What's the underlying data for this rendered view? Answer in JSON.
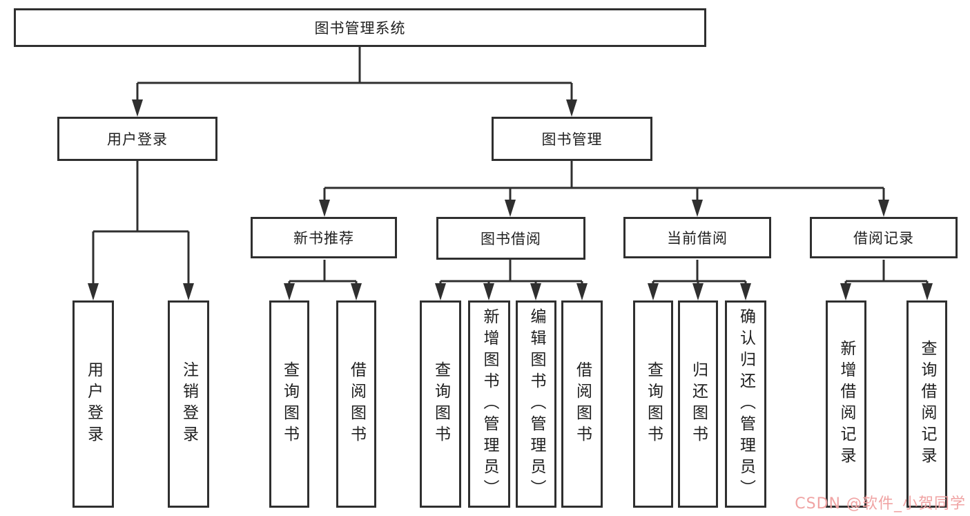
{
  "diagram": {
    "type": "hierarchy-tree",
    "root": {
      "label": "图书管理系统"
    },
    "level2": {
      "user_login": {
        "label": "用户登录"
      },
      "book_mgmt": {
        "label": "图书管理"
      }
    },
    "level3": {
      "new_book_rec": {
        "label": "新书推荐",
        "parent": "图书管理"
      },
      "book_borrow": {
        "label": "图书借阅",
        "parent": "图书管理"
      },
      "current_borrow": {
        "label": "当前借阅",
        "parent": "图书管理"
      },
      "borrow_record": {
        "label": "借阅记录",
        "parent": "图书管理"
      }
    },
    "leaves": {
      "login": {
        "label": "用户登录",
        "parent": "用户登录"
      },
      "logout": {
        "label": "注销登录",
        "parent": "用户登录"
      },
      "rec_query_book": {
        "label": "查询图书",
        "parent": "新书推荐"
      },
      "rec_borrow_book": {
        "label": "借阅图书",
        "parent": "新书推荐"
      },
      "bb_query_book": {
        "label": "查询图书",
        "parent": "图书借阅"
      },
      "bb_add_book": {
        "label": "新增图书（管理员）",
        "parent": "图书借阅"
      },
      "bb_edit_book": {
        "label": "编辑图书（管理员）",
        "parent": "图书借阅"
      },
      "bb_borrow_book": {
        "label": "借阅图书",
        "parent": "图书借阅"
      },
      "cb_query_book": {
        "label": "查询图书",
        "parent": "当前借阅"
      },
      "cb_return_book": {
        "label": "归还图书",
        "parent": "当前借阅"
      },
      "cb_confirm_return": {
        "label": "确认归还（管理员）",
        "parent": "当前借阅"
      },
      "br_add_record": {
        "label": "新增借阅记录",
        "parent": "借阅记录"
      },
      "br_query_record": {
        "label": "查询借阅记录",
        "parent": "借阅记录"
      }
    },
    "colors": {
      "line": "#2f2f2f",
      "box_border": "#2f2f2f",
      "box_fill": "#ffffff",
      "text": "#1f1f1f",
      "background": "#ffffff"
    }
  },
  "watermark": {
    "text": "CSDN @软件_小贺同学",
    "color": "#f0a3a3"
  }
}
